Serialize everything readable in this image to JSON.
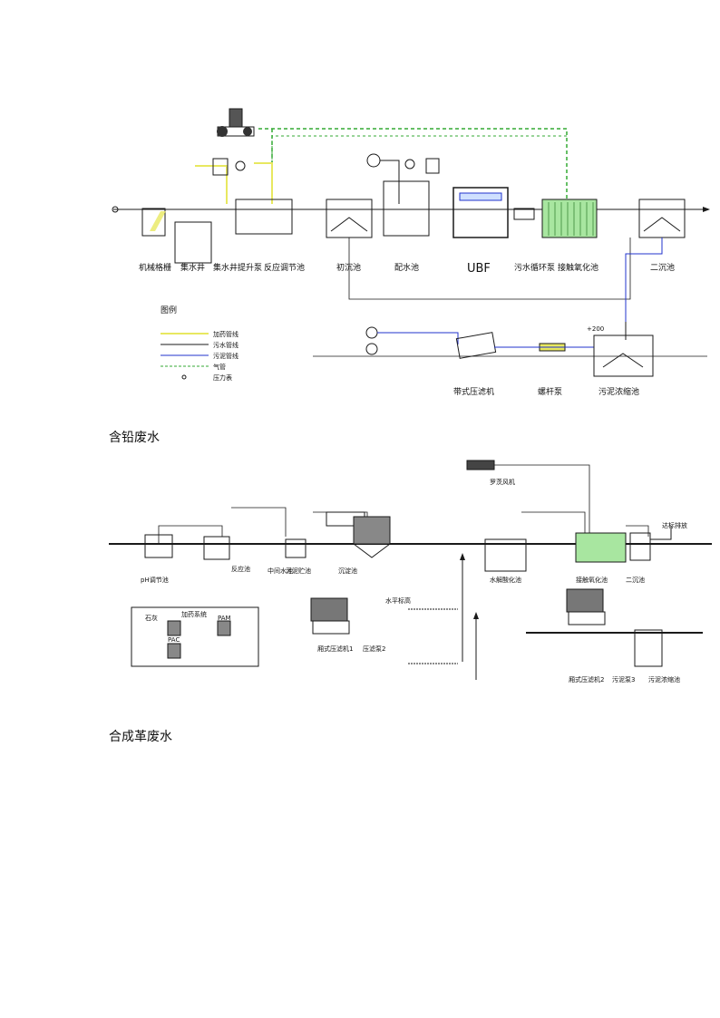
{
  "figure1": {
    "labels": {
      "grille": "机械格栅",
      "collection_well": "集水井",
      "lift_pump": "集水井提升泵",
      "equalization": "反应调节池",
      "primary_settling": "初沉池",
      "distribution": "配水池",
      "ubf": "UBF",
      "circulation_pump": "污水循环泵",
      "contact_oxidation": "接触氧化池",
      "secondary_settling": "二沉池",
      "belt_press": "带式压滤机",
      "screw_pump": "螺杆泵",
      "sludge_thickener": "污泥浓缩池",
      "elevation": "+200"
    },
    "legend": {
      "title": "图例",
      "items": [
        "加药管线",
        "污水管线",
        "污泥管线",
        "气管",
        "压力表"
      ]
    }
  },
  "caption1": "含铅废水",
  "figure2": {
    "labels": {
      "equalization": "pH调节池",
      "reaction_tank": "反应池",
      "sludge_tank": "污泥贮池",
      "intermediate": "中间水池",
      "settling": "沉淀池",
      "filter_press1": "厢式压滤机1",
      "press_pump2": "压滤泵2",
      "hydrolysis": "水解酸化池",
      "contact_oxidation": "接触氧化池",
      "secondary": "二沉池",
      "discharge": "达标排放",
      "fan": "罗茨风机",
      "dosing_room": "加药系统",
      "pam": "PAM",
      "pac": "PAC",
      "lime": "石灰",
      "filter_press2": "厢式压滤机2",
      "sludge_pump3": "污泥泵3",
      "sludge_thickener": "污泥浓缩池",
      "water_level": "水平标高"
    }
  },
  "caption2": "合成革废水",
  "colors": {
    "line": "#1a1a1a",
    "green_dash": "#33aa33",
    "blue": "#2233cc",
    "yellow": "#e8e860",
    "light_green": "#a8e6a0"
  }
}
